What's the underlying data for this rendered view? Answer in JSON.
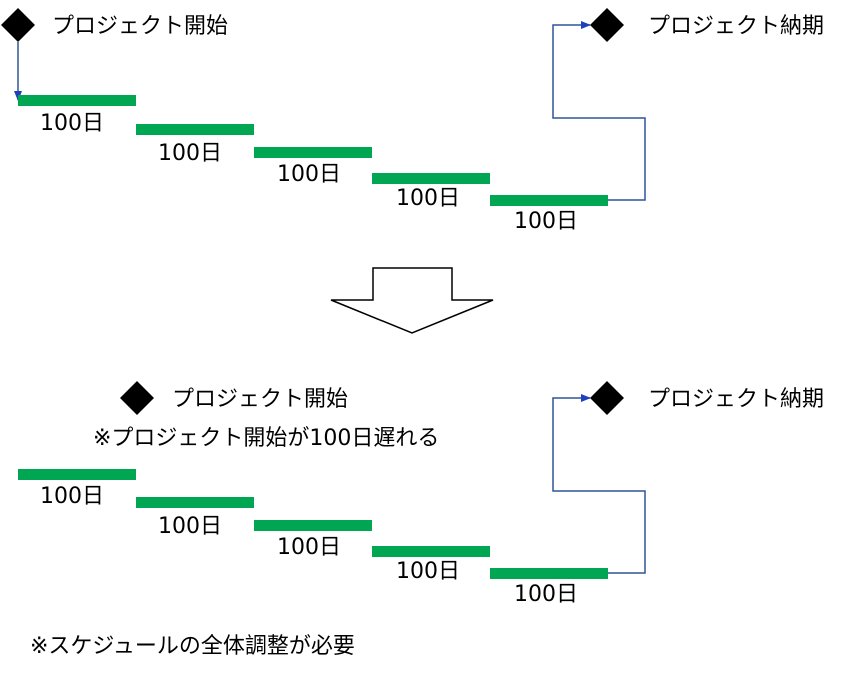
{
  "colors": {
    "bar": "#00A651",
    "connector": "#2F5597",
    "arrowhead": "#1F3FBF",
    "diamond": "#000000",
    "text": "#000000"
  },
  "top": {
    "start_label": "プロジェクト開始",
    "end_label": "プロジェクト納期",
    "tasks": [
      {
        "duration_label": "100日"
      },
      {
        "duration_label": "100日"
      },
      {
        "duration_label": "100日"
      },
      {
        "duration_label": "100日"
      },
      {
        "duration_label": "100日"
      }
    ]
  },
  "bottom": {
    "start_label": "プロジェクト開始",
    "delay_note": "※プロジェクト開始が100日遅れる",
    "end_label": "プロジェクト納期",
    "tasks": [
      {
        "duration_label": "100日"
      },
      {
        "duration_label": "100日"
      },
      {
        "duration_label": "100日"
      },
      {
        "duration_label": "100日"
      },
      {
        "duration_label": "100日"
      }
    ]
  },
  "footer_note": "※スケジュールの全体調整が必要"
}
